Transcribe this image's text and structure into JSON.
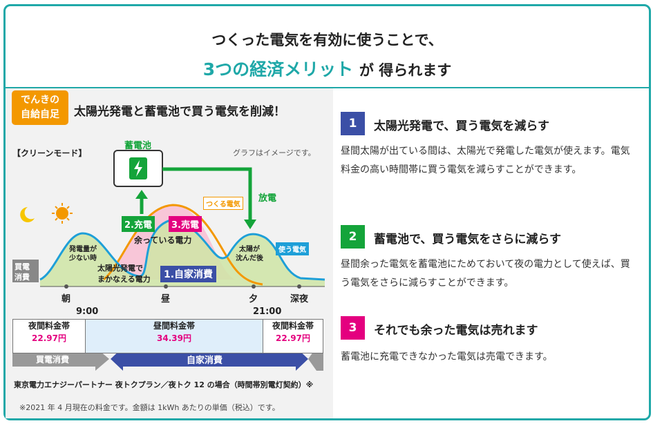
{
  "header": {
    "line1": "つくった電気を有効に使うことで、",
    "accent": "3つの経済メリット",
    "line2_rest": "が 得られます"
  },
  "panel": {
    "badge_line1": "でんきの",
    "badge_line2": "自給自足",
    "title": "太陽光発電と蓄電池で買う電気を削減！",
    "mode": "【クリーンモード】",
    "note": "グラフはイメージです。",
    "chart_labels": {
      "battery": "蓄電池",
      "discharge": "放電",
      "charge": "2.充電",
      "sell": "3.売電",
      "surplus": "余っている電力",
      "produce": "つくる電気",
      "use": "使う電気",
      "self_use": "1.自家消費",
      "solar_cover_1": "太陽光発電で",
      "solar_cover_2": "まかなえる電力",
      "low_gen_1": "発電量が",
      "low_gen_2": "少ない時",
      "sunset_1": "太陽が",
      "sunset_2": "沈んだ後",
      "buy_1": "買電",
      "buy_2": "消費",
      "morning": "朝",
      "noon": "昼",
      "evening": "夕",
      "late_night": "深夜",
      "time_start": "9:00",
      "time_end": "21:00"
    },
    "rates": [
      {
        "label": "夜間料金帯",
        "price": "22.97円"
      },
      {
        "label": "昼間料金帯",
        "price": "34.39円"
      },
      {
        "label": "夜間料金帯",
        "price": "22.97円"
      }
    ],
    "bar_buy": "買電消費",
    "bar_self": "自家消費",
    "plan": "東京電力エナジーパートナー 夜トクプラン／夜トク 12 の場合（時間帯別電灯契約）※",
    "footnote": "※2021 年 4 月現在の料金です。金額は 1kWh あたりの単価（税込）です。"
  },
  "items": [
    {
      "num": "1",
      "color": "#3b4fa6",
      "title": "太陽光発電で、買う電気を減らす",
      "body": "昼間太陽が出ている間は、太陽光で発電した電気が使えます。電気料金の高い時間帯に買う電気を減らすことができます。"
    },
    {
      "num": "2",
      "color": "#14a43a",
      "title": "蓄電池で、買う電気をさらに減らす",
      "body": "昼間余った電気を蓄電池にためておいて夜の電力として使えば、買う電気をさらに減らすことができます。"
    },
    {
      "num": "3",
      "color": "#e4007f",
      "title": "それでも余った電気は売れます",
      "body": "蓄電池に充電できなかった電気は売電できます。"
    }
  ],
  "colors": {
    "accent": "#1fa8a8",
    "orange": "#f39800",
    "green": "#14a43a",
    "pink": "#e4007f",
    "navy": "#3b4fa6",
    "blue": "#1e9fd8"
  }
}
